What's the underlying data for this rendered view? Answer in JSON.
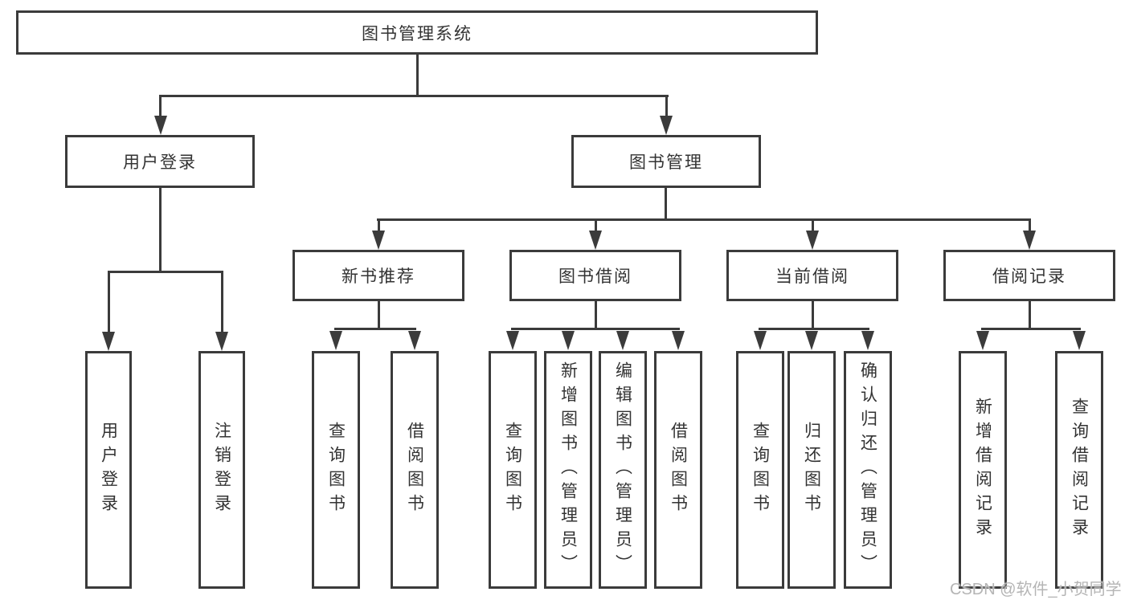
{
  "tree": {
    "label": "图书管理系统",
    "children": [
      {
        "label": "用户登录",
        "children": [
          {
            "label": "用户登录"
          },
          {
            "label": "注销登录"
          }
        ]
      },
      {
        "label": "图书管理",
        "children": [
          {
            "label": "新书推荐",
            "children": [
              {
                "label": "查询图书"
              },
              {
                "label": "借阅图书"
              }
            ]
          },
          {
            "label": "图书借阅",
            "children": [
              {
                "label": "查询图书"
              },
              {
                "label": "新增图书（管理员）"
              },
              {
                "label": "编辑图书（管理员）"
              },
              {
                "label": "借阅图书"
              }
            ]
          },
          {
            "label": "当前借阅",
            "children": [
              {
                "label": "查询图书"
              },
              {
                "label": "归还图书"
              },
              {
                "label": "确认归还（管理员）"
              }
            ]
          },
          {
            "label": "借阅记录",
            "children": [
              {
                "label": "新增借阅记录"
              },
              {
                "label": "查询借阅记录"
              }
            ]
          }
        ]
      }
    ]
  },
  "watermark": "CSDN @软件_小贺同学",
  "colors": {
    "line": "#3b3b3b",
    "text": "#333333",
    "watermark": "#b5b5b5",
    "background": "#ffffff"
  }
}
